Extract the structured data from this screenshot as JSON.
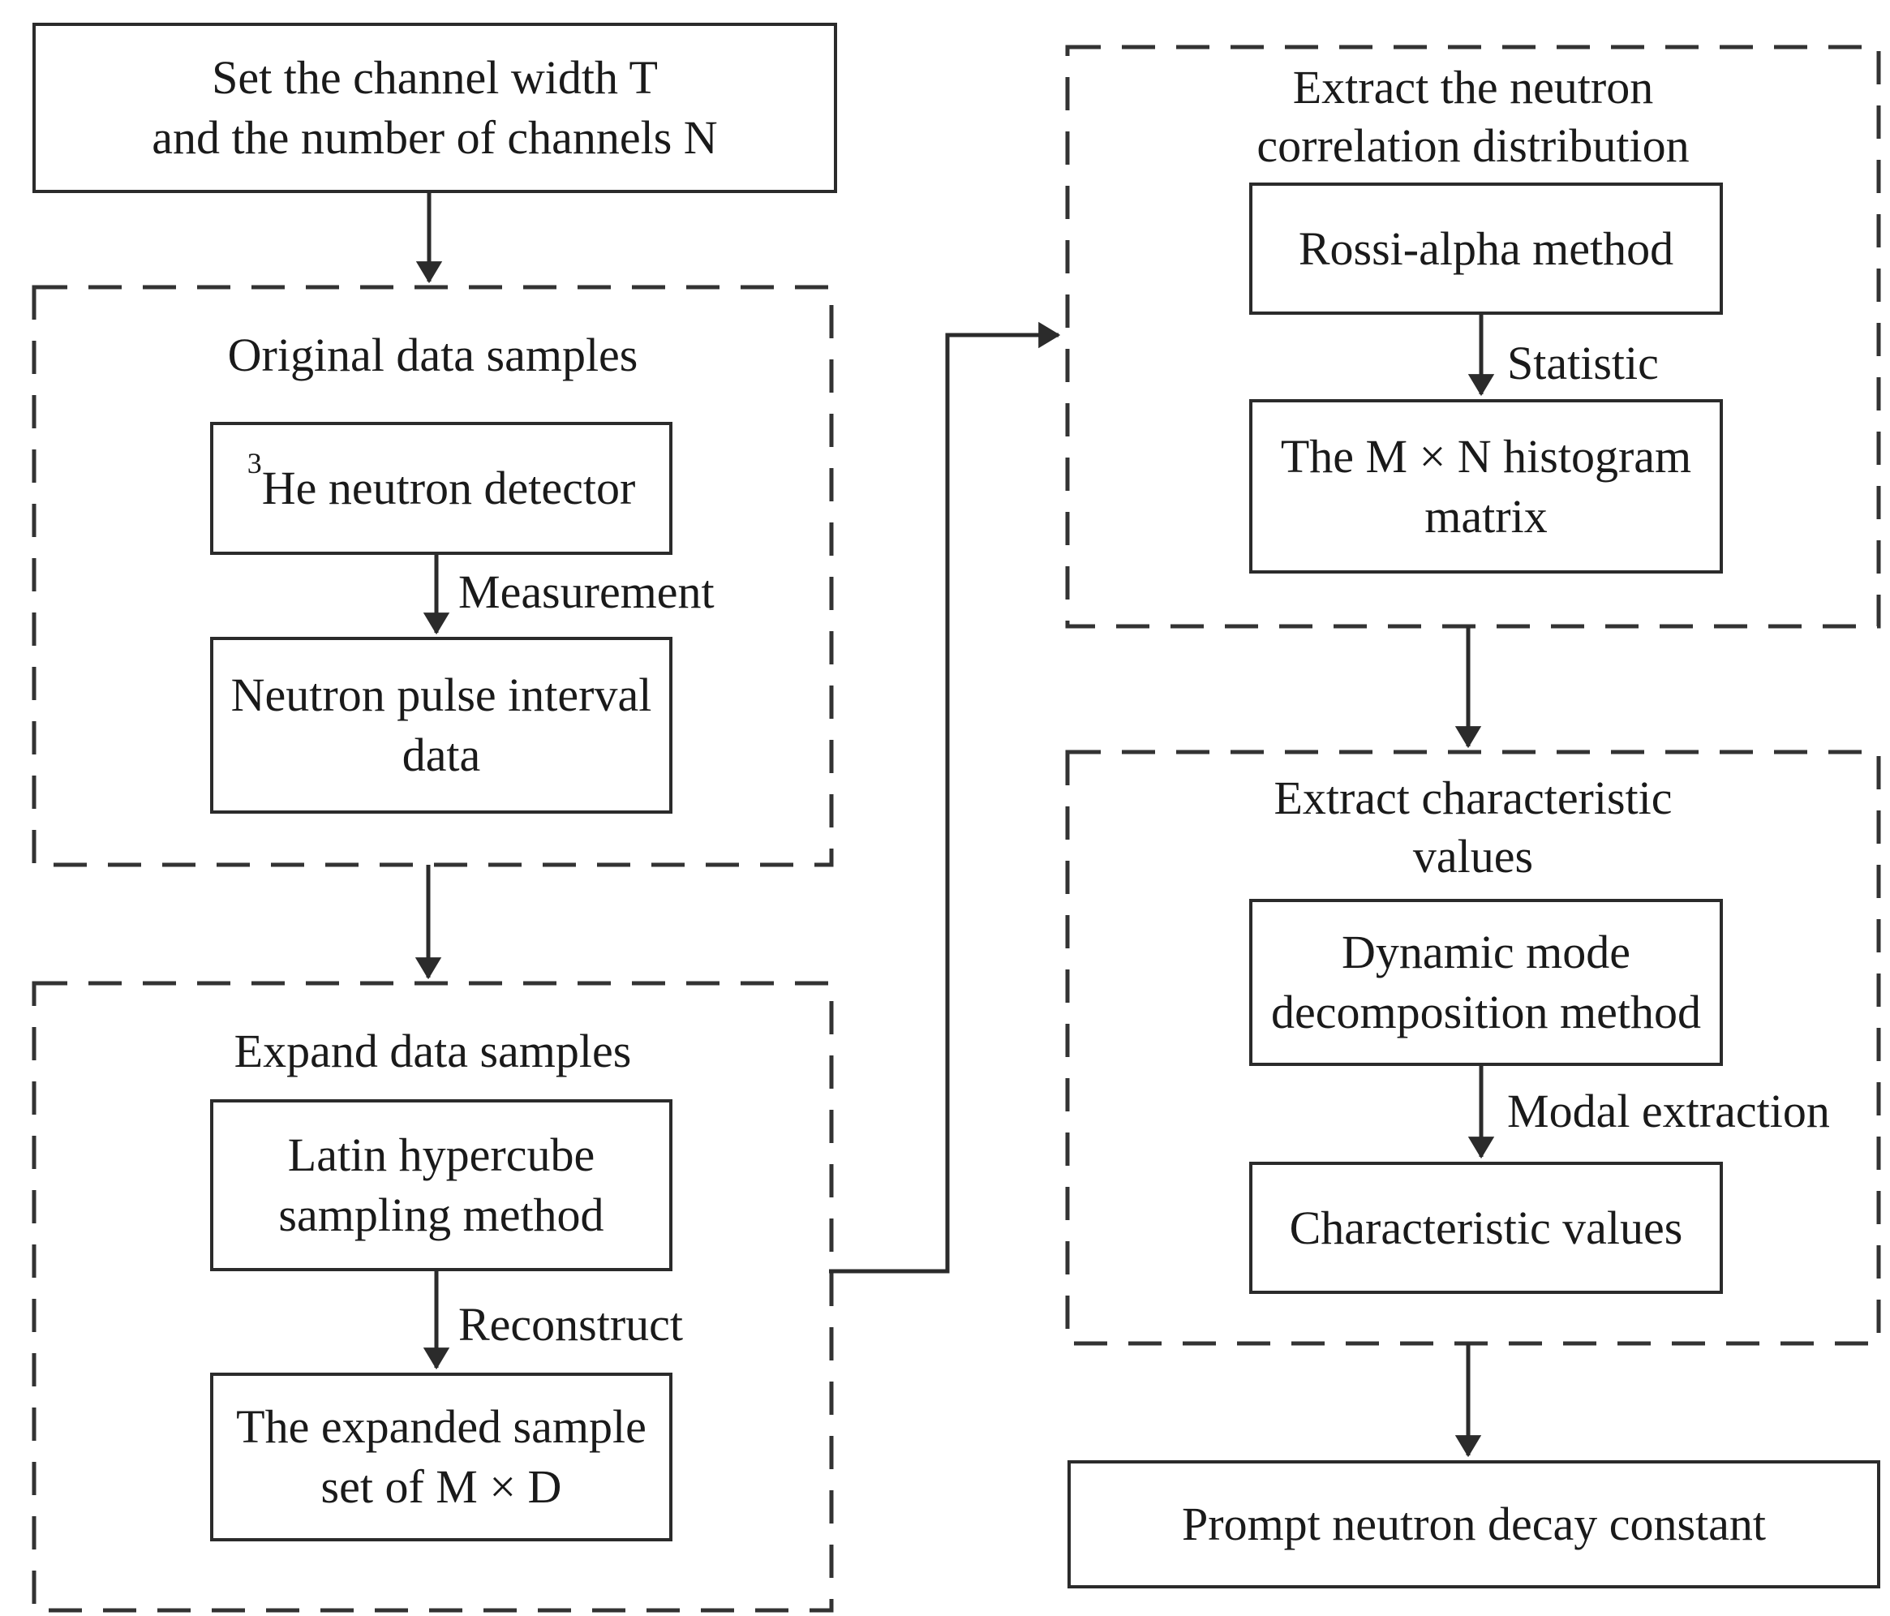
{
  "figure": {
    "background": "#ffffff",
    "line_color": "#2b2b2b"
  },
  "nodes": {
    "set_channel": [
      "Set the channel width T",
      "and the number of channels N"
    ],
    "group_original_title": "Original data samples",
    "he_sup": "3",
    "he_text": "He neutron detector",
    "pulse_interval": [
      "Neutron pulse interval",
      "data"
    ],
    "group_expand_title": "Expand data samples",
    "latin_hypercube": [
      "Latin hypercube",
      "sampling method"
    ],
    "expanded_set": [
      "The expanded sample",
      "set of M × D"
    ],
    "group_correlation_title": [
      "Extract the neutron",
      "correlation distribution"
    ],
    "rossi_alpha": "Rossi-alpha method",
    "histogram_matrix": [
      "The M × N histogram",
      "matrix"
    ],
    "group_characteristic_title": [
      "Extract characteristic",
      "values"
    ],
    "dynamic_mode": [
      "Dynamic mode",
      "decomposition method"
    ],
    "characteristic_values": "Characteristic values",
    "prompt_constant": "Prompt neutron decay constant"
  },
  "edge_labels": {
    "measurement": "Measurement",
    "reconstruct": "Reconstruct",
    "statistic": "Statistic",
    "modal_extraction": "Modal extraction"
  }
}
